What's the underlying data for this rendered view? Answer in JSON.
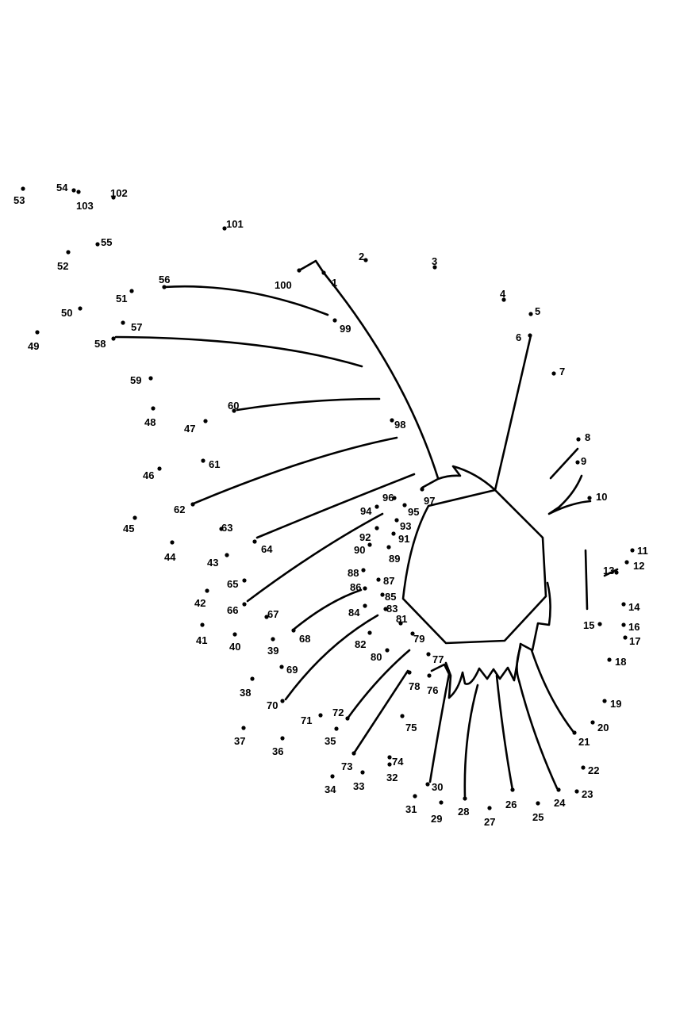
{
  "puzzle": {
    "dots": [
      {
        "label": "1"
      },
      {
        "label": "2"
      },
      {
        "label": "3"
      },
      {
        "label": "4"
      },
      {
        "label": "5"
      },
      {
        "label": "6"
      },
      {
        "label": "7"
      },
      {
        "label": "8"
      },
      {
        "label": "9"
      },
      {
        "label": "10"
      },
      {
        "label": "11"
      },
      {
        "label": "12"
      },
      {
        "label": "13"
      },
      {
        "label": "14"
      },
      {
        "label": "15"
      },
      {
        "label": "16"
      },
      {
        "label": "17"
      },
      {
        "label": "18"
      },
      {
        "label": "19"
      },
      {
        "label": "20"
      },
      {
        "label": "21"
      },
      {
        "label": "22"
      },
      {
        "label": "23"
      },
      {
        "label": "24"
      },
      {
        "label": "25"
      },
      {
        "label": "26"
      },
      {
        "label": "27"
      },
      {
        "label": "28"
      },
      {
        "label": "29"
      },
      {
        "label": "30"
      },
      {
        "label": "31"
      },
      {
        "label": "32"
      },
      {
        "label": "33"
      },
      {
        "label": "34"
      },
      {
        "label": "35"
      },
      {
        "label": "36"
      },
      {
        "label": "37"
      },
      {
        "label": "38"
      },
      {
        "label": "39"
      },
      {
        "label": "40"
      },
      {
        "label": "41"
      },
      {
        "label": "42"
      },
      {
        "label": "43"
      },
      {
        "label": "44"
      },
      {
        "label": "45"
      },
      {
        "label": "46"
      },
      {
        "label": "47"
      },
      {
        "label": "48"
      },
      {
        "label": "49"
      },
      {
        "label": "50"
      },
      {
        "label": "51"
      },
      {
        "label": "52"
      },
      {
        "label": "53"
      },
      {
        "label": "54"
      },
      {
        "label": "55"
      },
      {
        "label": "56"
      },
      {
        "label": "57"
      },
      {
        "label": "58"
      },
      {
        "label": "59"
      },
      {
        "label": "60"
      },
      {
        "label": "61"
      },
      {
        "label": "62"
      },
      {
        "label": "63"
      },
      {
        "label": "64"
      },
      {
        "label": "65"
      },
      {
        "label": "66"
      },
      {
        "label": "67"
      },
      {
        "label": "68"
      },
      {
        "label": "69"
      },
      {
        "label": "70"
      },
      {
        "label": "71"
      },
      {
        "label": "72"
      },
      {
        "label": "73"
      },
      {
        "label": "74"
      },
      {
        "label": "75"
      },
      {
        "label": "76"
      },
      {
        "label": "77"
      },
      {
        "label": "78"
      },
      {
        "label": "79"
      },
      {
        "label": "80"
      },
      {
        "label": "81"
      },
      {
        "label": "82"
      },
      {
        "label": "83"
      },
      {
        "label": "84"
      },
      {
        "label": "85"
      },
      {
        "label": "86"
      },
      {
        "label": "87"
      },
      {
        "label": "88"
      },
      {
        "label": "89"
      },
      {
        "label": "90"
      },
      {
        "label": "91"
      },
      {
        "label": "92"
      },
      {
        "label": "93"
      },
      {
        "label": "94"
      },
      {
        "label": "95"
      },
      {
        "label": "96"
      },
      {
        "label": "97"
      },
      {
        "label": "98"
      },
      {
        "label": "99"
      },
      {
        "label": "100"
      },
      {
        "label": "101"
      },
      {
        "label": "102"
      },
      {
        "label": "103"
      }
    ]
  }
}
